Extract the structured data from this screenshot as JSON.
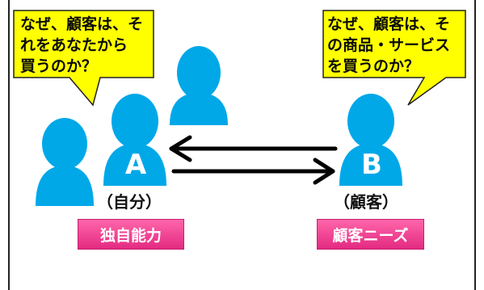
{
  "colors": {
    "figure_blue": "#00a8e8",
    "bubble_fill": "#ffff00",
    "bubble_stroke": "#222222",
    "tag_pink": "#f0409a",
    "arrow": "#000000"
  },
  "bubbles": {
    "left": "なぜ、顧客は、そ\nれをあなたから\n買うのか？",
    "right": "なぜ、顧客は、そ\nの商品・サービス\nを買うのか？"
  },
  "persons": {
    "self": {
      "letter": "A",
      "caption": "（自分）",
      "tag": "独自能力"
    },
    "customer": {
      "letter": "B",
      "caption": "（顧客）",
      "tag": "顧客ニーズ"
    }
  }
}
